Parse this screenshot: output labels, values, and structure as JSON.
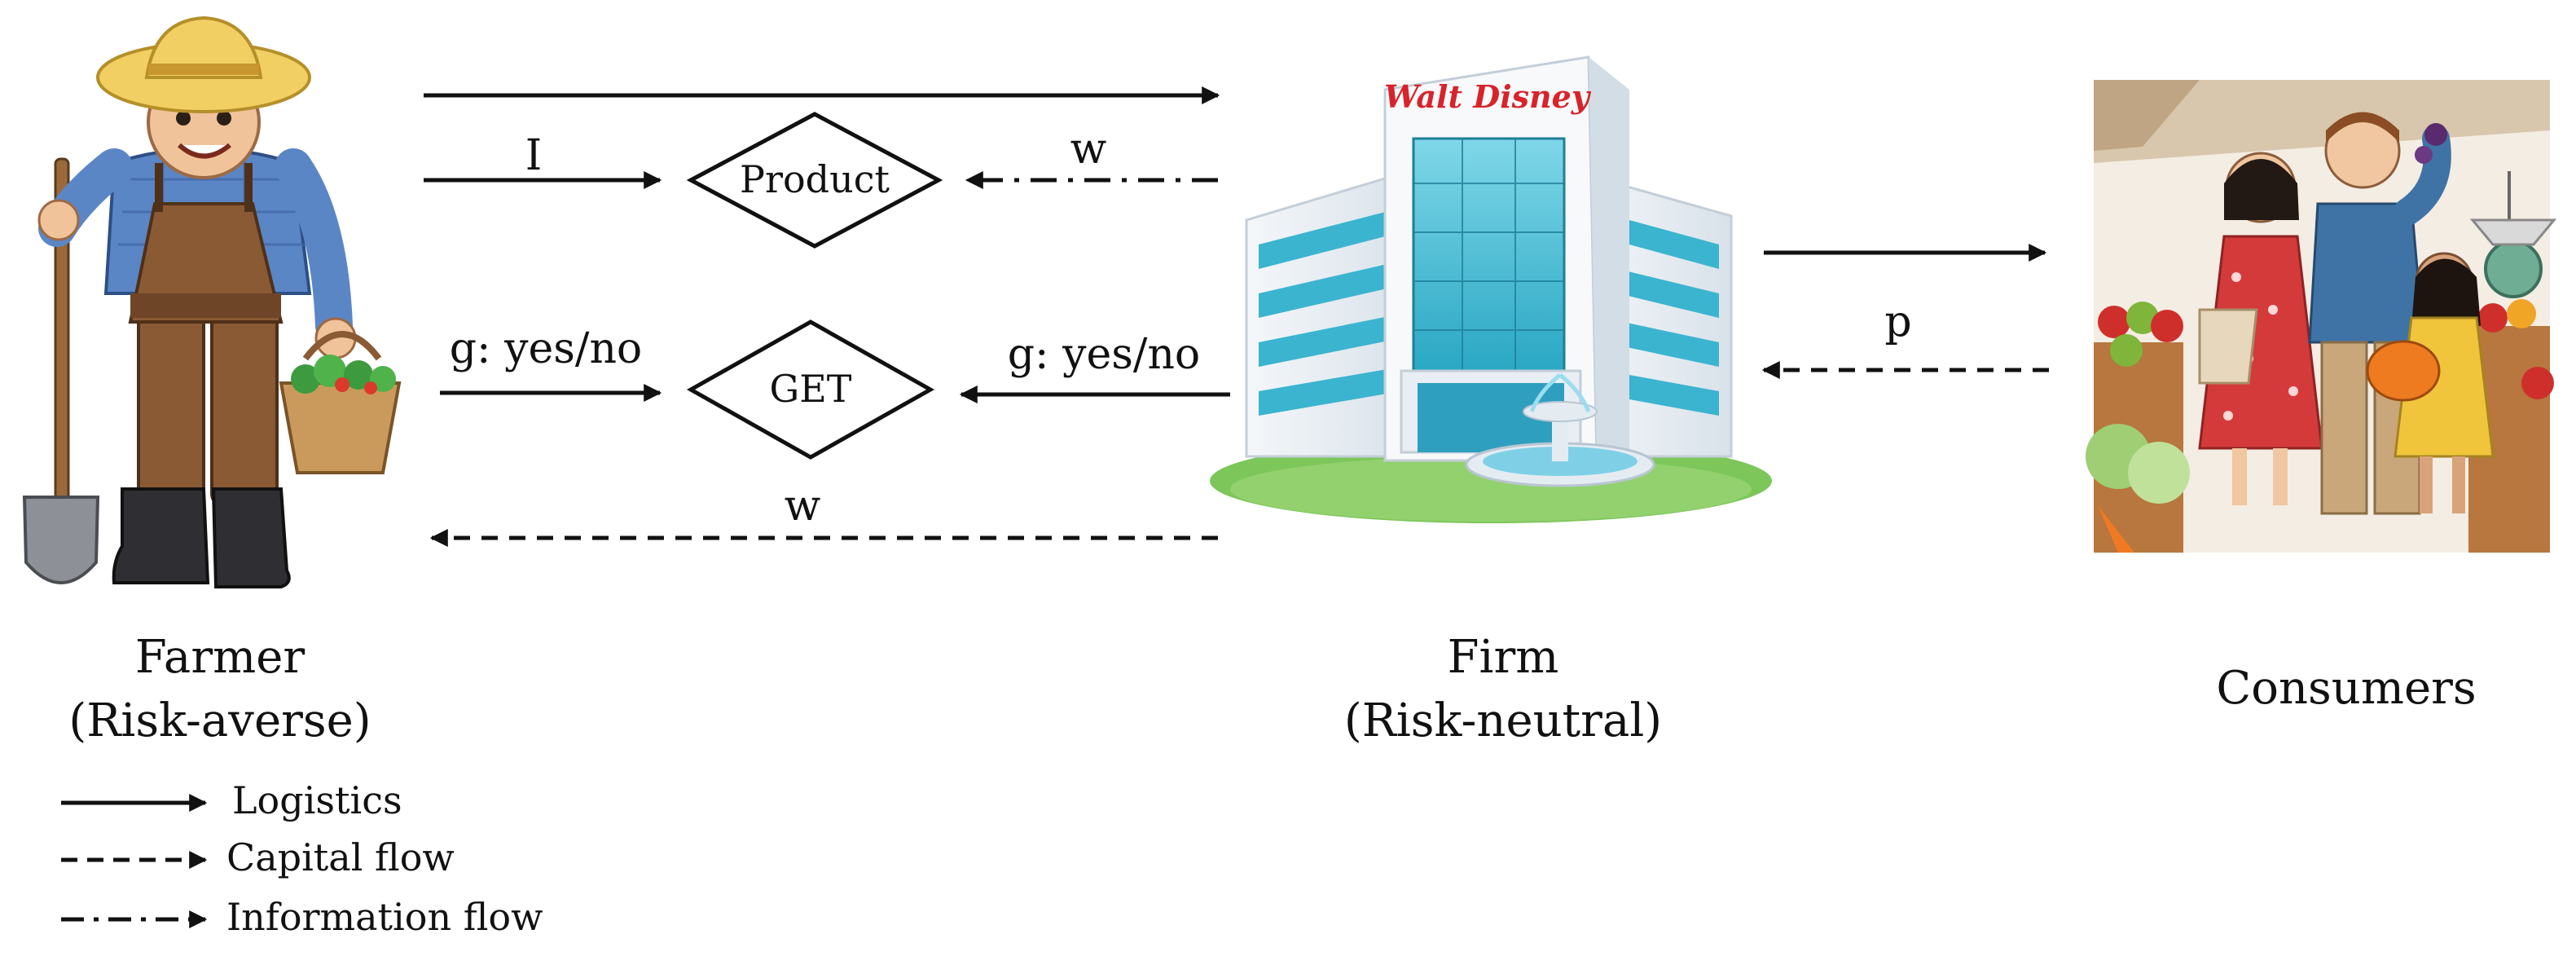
{
  "actors": {
    "farmer": {
      "name": "Farmer",
      "trait": "(Risk-averse)"
    },
    "firm": {
      "name": "Firm",
      "trait": "(Risk-neutral)",
      "logo_text": "Walt Disney"
    },
    "consumers": {
      "name": "Consumers"
    }
  },
  "nodes": {
    "product": "Product",
    "get": "GET"
  },
  "edge_labels": {
    "input": "I",
    "wage_info": "w",
    "farmer_get": "g: yes/no",
    "firm_get": "g: yes/no",
    "wage_capital": "w",
    "price": "p"
  },
  "legend": {
    "logistics": "Logistics",
    "capital": "Capital flow",
    "information": "Information flow"
  },
  "icons": {
    "farmer": "farmer-illustration-icon",
    "firm": "office-building-icon",
    "consumers": "market-shoppers-icon"
  },
  "colors": {
    "ink": "#111111",
    "building_glass": "#4cc3d9",
    "lawn": "#7cc65a",
    "logo_red": "#d8232a"
  }
}
